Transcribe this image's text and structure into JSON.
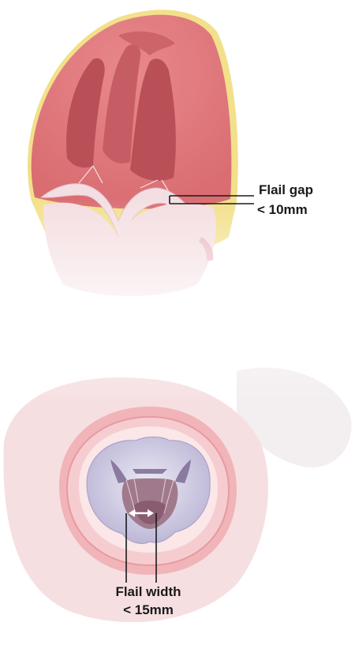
{
  "labels": {
    "flail_gap_title": "Flail gap",
    "flail_gap_value": "< 10mm",
    "flail_width_title": "Flail width",
    "flail_width_value": "< 15mm"
  },
  "colors": {
    "myocardium": "#e07d80",
    "myocardium_dark": "#b95058",
    "pericardial_fat": "#f2e08a",
    "leaflet": "#f3dfe3",
    "valve_orifice": "#d9d5ea",
    "annulus": "#e89aa0",
    "annotation_line": "#1a1a1a"
  }
}
